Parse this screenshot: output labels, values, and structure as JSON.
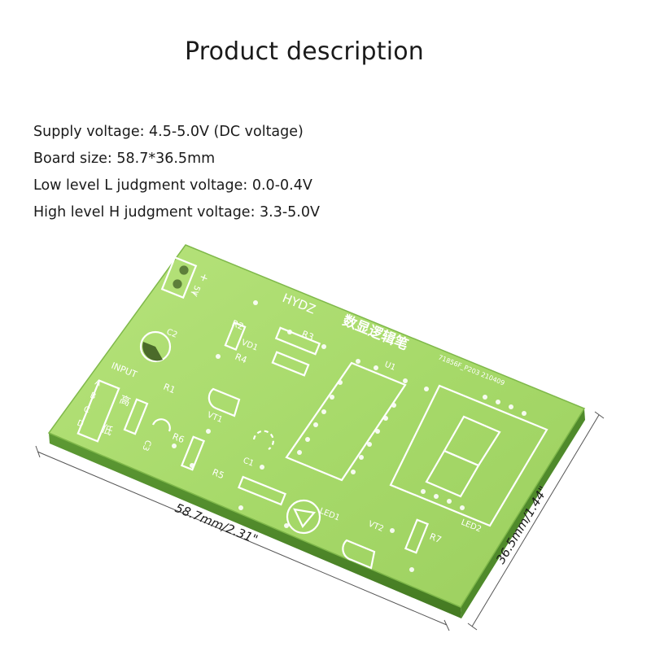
{
  "header": {
    "title": "Product description"
  },
  "specs": [
    "Supply voltage: 4.5-5.0V (DC voltage)",
    "Board size: 58.7*36.5mm",
    "Low level L judgment voltage: 0.0-0.4V",
    "High level H judgment voltage: 3.3-5.0V"
  ],
  "dimensions": {
    "width_label": "58.7mm/2.31\"",
    "height_label": "36.5mm/1.44\""
  },
  "board": {
    "brand": "HYDZ",
    "name_cn": "数显逻辑笔",
    "code": "71856F_P203 210409",
    "power_label": "5V",
    "plus": "+",
    "minus": "−",
    "input_label": "INPUT",
    "pins": [
      "A",
      "B",
      "C",
      "D"
    ],
    "high_cn": "高",
    "low_cn": "低",
    "component_labels": {
      "r1": "R1",
      "r2": "R2",
      "r3": "R3",
      "r4": "R4",
      "r5": "R5",
      "r6": "R6",
      "r7": "R7",
      "vd1": "VD1",
      "vt1": "VT1",
      "vt2": "VT2",
      "c1": "C1",
      "c2": "C2",
      "c3": "C3",
      "u1": "U1",
      "led1": "LED1",
      "led2": "LED2"
    }
  },
  "colors": {
    "board_green": "#a9dc6a",
    "board_edge": "#6fa53c",
    "silkscreen": "#ffffff"
  }
}
